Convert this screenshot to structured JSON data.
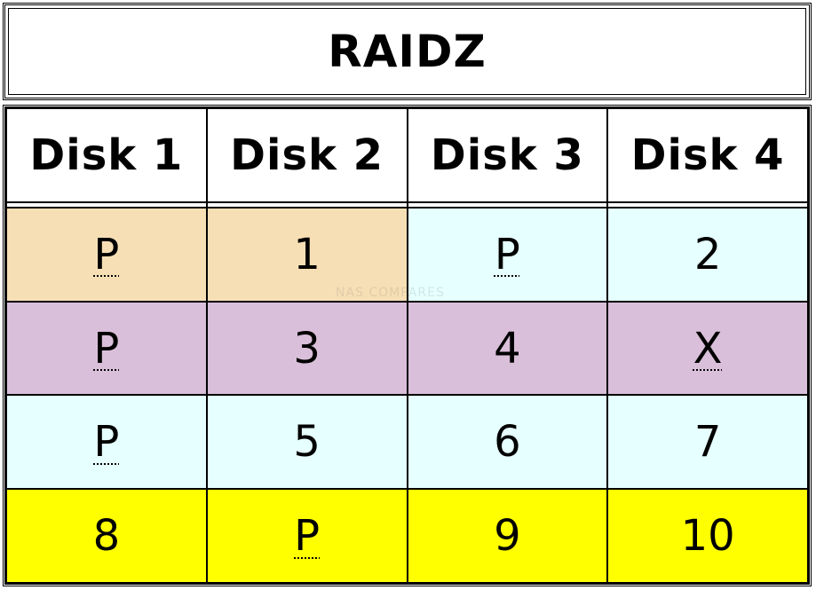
{
  "title": "RAIDZ",
  "headers": [
    "Disk 1",
    "Disk 2",
    "Disk 3",
    "Disk 4"
  ],
  "rows": [
    {
      "cells": [
        {
          "text": "P",
          "parity": true,
          "color": "#f7dfb5"
        },
        {
          "text": "1",
          "parity": false,
          "color": "#f7dfb5"
        },
        {
          "text": "P",
          "parity": true,
          "color": "#e6ffff"
        },
        {
          "text": "2",
          "parity": false,
          "color": "#e6ffff"
        }
      ]
    },
    {
      "cells": [
        {
          "text": "P",
          "parity": true,
          "color": "#d9bfd9"
        },
        {
          "text": "3",
          "parity": false,
          "color": "#d9bfd9"
        },
        {
          "text": "4",
          "parity": false,
          "color": "#d9bfd9"
        },
        {
          "text": "X",
          "parity": true,
          "color": "#d9bfd9"
        }
      ]
    },
    {
      "cells": [
        {
          "text": "P",
          "parity": true,
          "color": "#e6ffff"
        },
        {
          "text": "5",
          "parity": false,
          "color": "#e6ffff"
        },
        {
          "text": "6",
          "parity": false,
          "color": "#e6ffff"
        },
        {
          "text": "7",
          "parity": false,
          "color": "#e6ffff"
        }
      ]
    },
    {
      "cells": [
        {
          "text": "8",
          "parity": false,
          "color": "#ffff00"
        },
        {
          "text": "P",
          "parity": true,
          "color": "#ffff00"
        },
        {
          "text": "9",
          "parity": false,
          "color": "#ffff00"
        },
        {
          "text": "10",
          "parity": false,
          "color": "#ffff00"
        }
      ]
    }
  ],
  "watermark": "NAS COMPARES"
}
